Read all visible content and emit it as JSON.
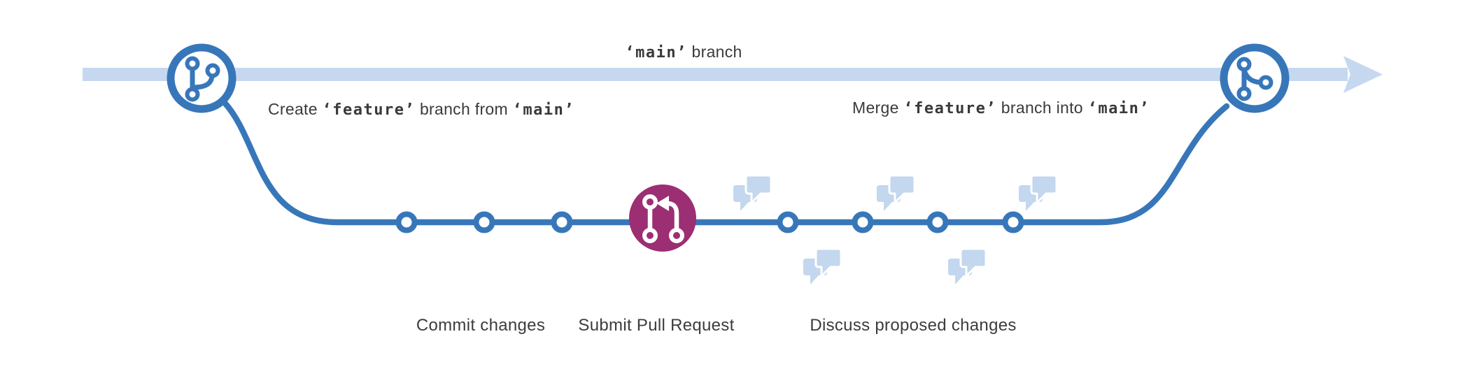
{
  "colors": {
    "branch_blue": "#3777b9",
    "main_band_blue": "#c5d8ef",
    "bubble_blue": "#c3d7ee",
    "pull_request_purple": "#9c2e74",
    "text_dark": "#3a3a3a"
  },
  "main_branch_label": {
    "code": "‘main’",
    "text": " branch"
  },
  "create_annotation": {
    "prefix": "Create ",
    "code_feature": "‘feature’",
    "middle": " branch from ",
    "code_main": "‘main’"
  },
  "merge_annotation": {
    "prefix": "Merge ",
    "code_feature": "‘feature’",
    "middle": " branch into ",
    "code_main": "‘main’"
  },
  "captions": {
    "commit": "Commit changes",
    "pull_request": "Submit Pull Request",
    "discuss": "Discuss proposed changes"
  },
  "icons": {
    "left_node": "git-branch-icon",
    "right_node": "git-merge-icon",
    "center_node": "git-pull-request-icon",
    "discussion": "chat-bubbles-icon"
  }
}
